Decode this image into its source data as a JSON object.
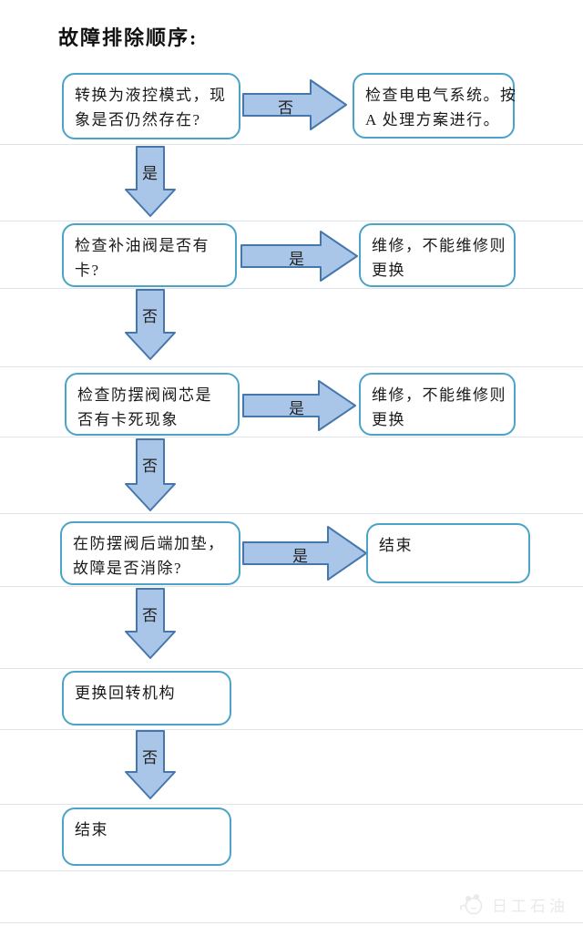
{
  "title": "故障排除顺序:",
  "colors": {
    "box_border": "#4BA3C7",
    "arrow_fill": "#A9C6E8",
    "arrow_border": "#4577AD",
    "text": "#1A1A1A",
    "watermark": "#E9E9E9"
  },
  "nodes": {
    "step1": {
      "lines": [
        "转换为液控模式，现",
        "象是否仍然存在?"
      ]
    },
    "step1_result": {
      "lines": [
        "检查电电气系统。按",
        "A 处理方案进行。"
      ]
    },
    "step2": {
      "lines": [
        "检查补油阀是否有",
        "卡?"
      ]
    },
    "step2_result": {
      "lines": [
        "维修，不能维修则",
        "更换"
      ]
    },
    "step3": {
      "lines": [
        "检查防摆阀阀芯是",
        "否有卡死现象"
      ]
    },
    "step3_result": {
      "lines": [
        "维修，不能维修则",
        "更换"
      ]
    },
    "step4": {
      "lines": [
        "在防摆阀后端加垫，",
        "故障是否消除?"
      ]
    },
    "step4_result": {
      "lines": [
        "结束"
      ]
    },
    "step5": {
      "lines": [
        "更换回转机构"
      ]
    },
    "step6": {
      "lines": [
        "结束"
      ]
    }
  },
  "labels": {
    "right1": "否",
    "down1": "是",
    "right2": "是",
    "down2": "否",
    "right3": "是",
    "down3": "否",
    "right4": "是",
    "down4": "否",
    "down5": "否"
  },
  "watermark": {
    "text": "日工石油"
  }
}
